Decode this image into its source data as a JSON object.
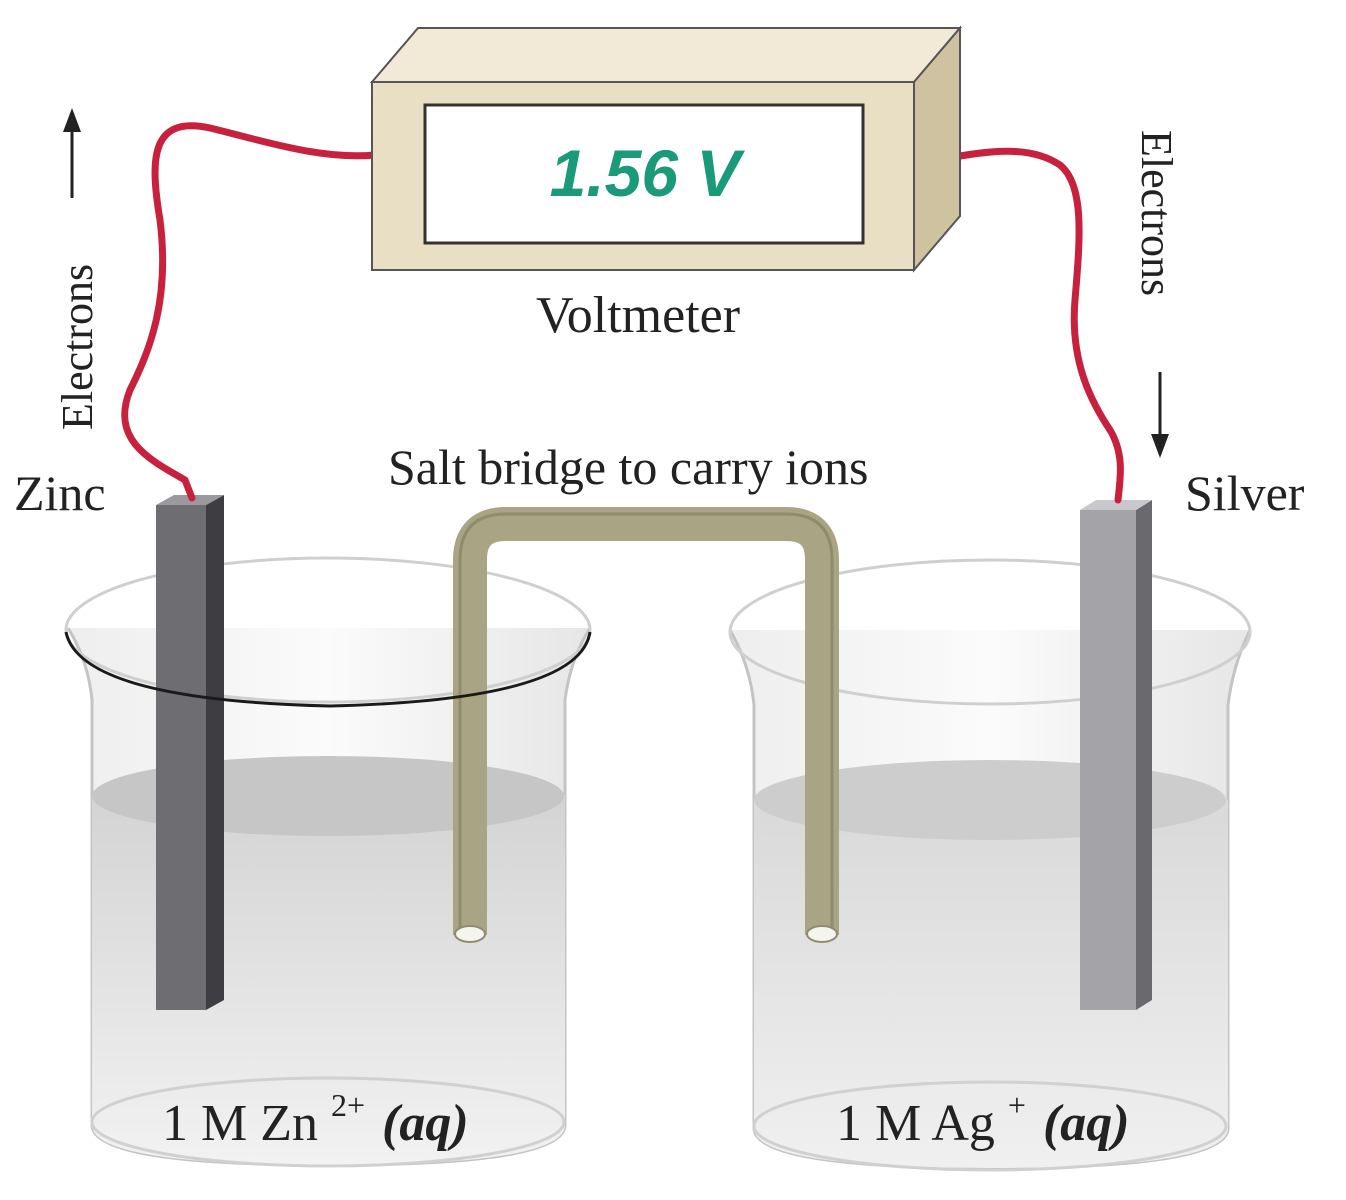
{
  "voltmeter": {
    "reading": "1.56 V",
    "label": "Voltmeter"
  },
  "left_electrode": {
    "label": "Zinc",
    "electron_flow_label": "Electrons"
  },
  "right_electrode": {
    "label": "Silver",
    "electron_flow_label": "Electrons"
  },
  "salt_bridge": {
    "label": "Salt bridge to carry ions"
  },
  "left_solution": {
    "prefix": "1 M Zn",
    "charge": "2+",
    "state": "(aq)"
  },
  "right_solution": {
    "prefix": "1 M Ag",
    "charge": "+",
    "state": "(aq)"
  },
  "colors": {
    "wire": "#c8213e",
    "readout": "#1a9a78",
    "voltmeter_body": "#e9dfc4",
    "salt_bridge": "#a9a584",
    "zinc": "#6e6e72",
    "silver": "#a4a4a8",
    "solution": "#dcdcdc"
  }
}
